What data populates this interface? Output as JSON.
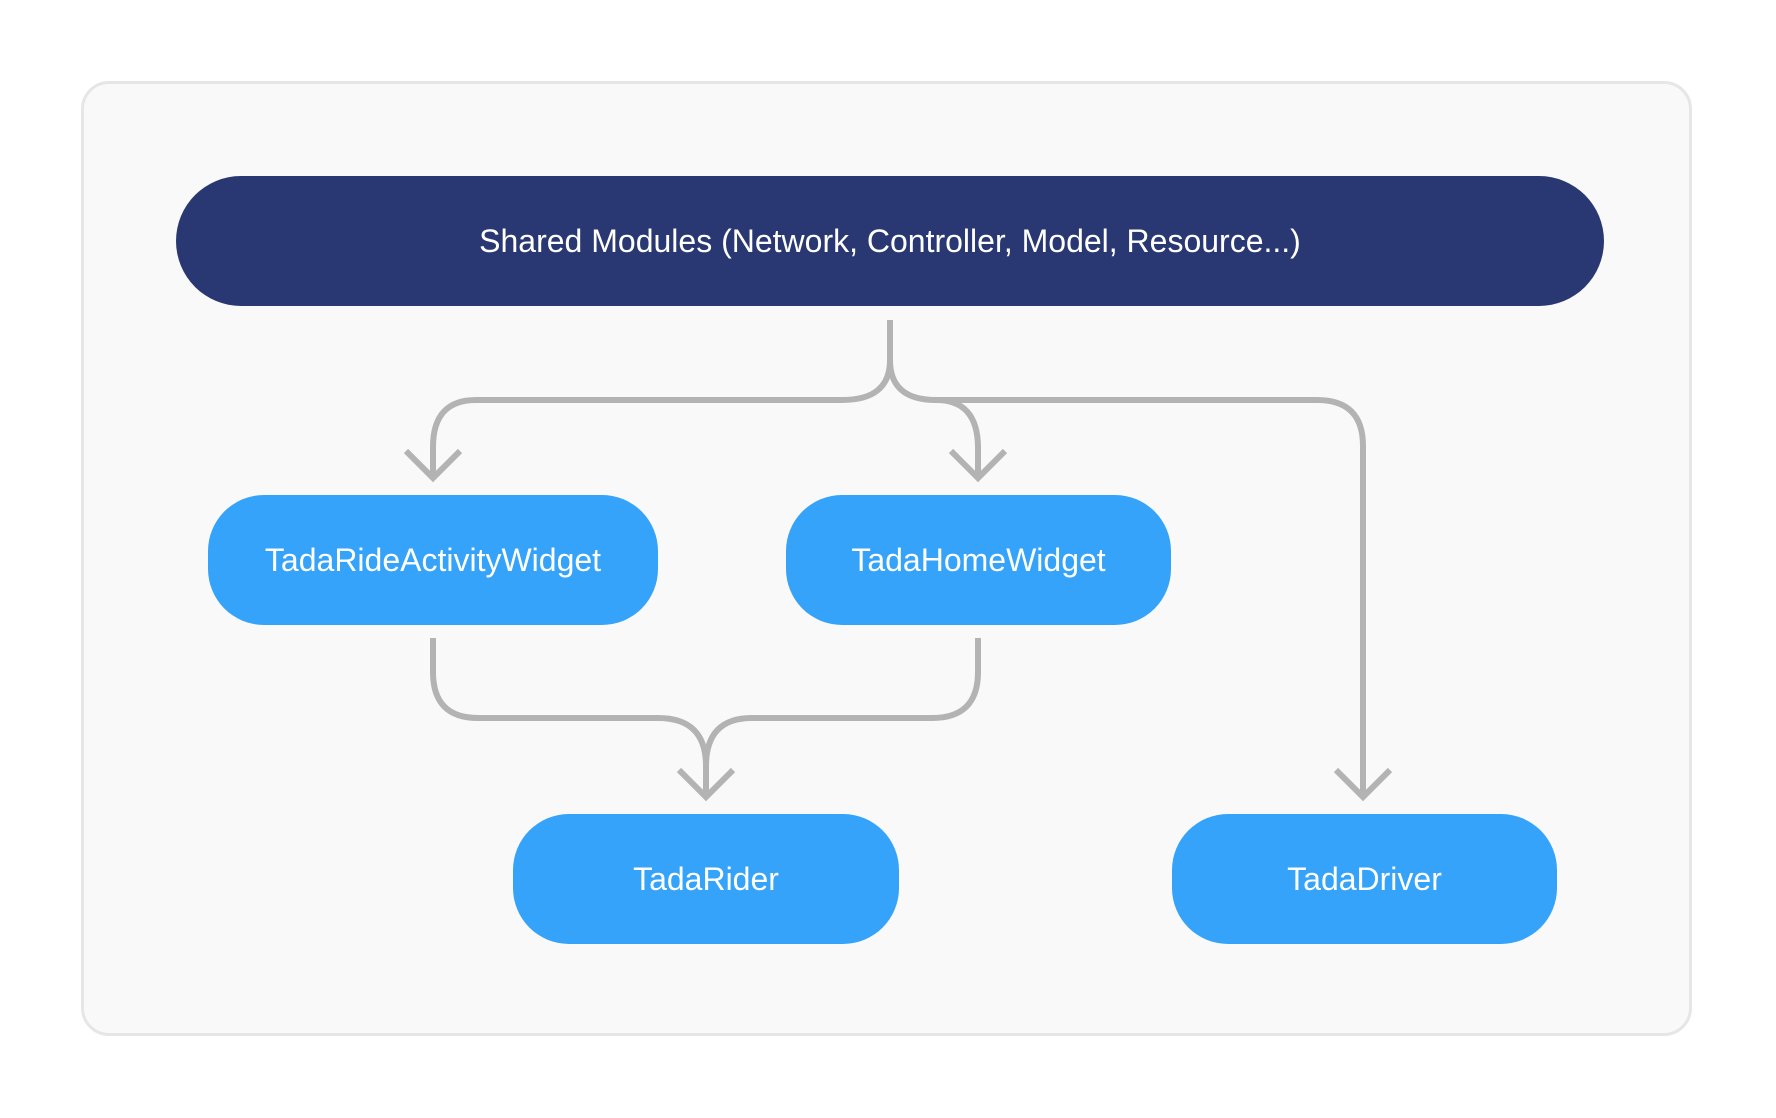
{
  "diagram": {
    "nodes": [
      {
        "id": "shared",
        "label": "Shared Modules (Network, Controller, Model, Resource...)"
      },
      {
        "id": "ride_activity",
        "label": "TadaRideActivityWidget"
      },
      {
        "id": "home",
        "label": "TadaHomeWidget"
      },
      {
        "id": "rider",
        "label": "TadaRider"
      },
      {
        "id": "driver",
        "label": "TadaDriver"
      }
    ],
    "edges": [
      {
        "from": "shared",
        "to": "ride_activity"
      },
      {
        "from": "shared",
        "to": "home"
      },
      {
        "from": "shared",
        "to": "driver"
      },
      {
        "from": "ride_activity",
        "to": "rider"
      },
      {
        "from": "home",
        "to": "rider"
      }
    ]
  },
  "colors": {
    "panel_background": "#f9f9f9",
    "panel_border": "#e6e6e6",
    "shared_node": "#293873",
    "app_node": "#35a3f9",
    "edge": "#b3b3b3",
    "node_text": "#ffffff"
  }
}
